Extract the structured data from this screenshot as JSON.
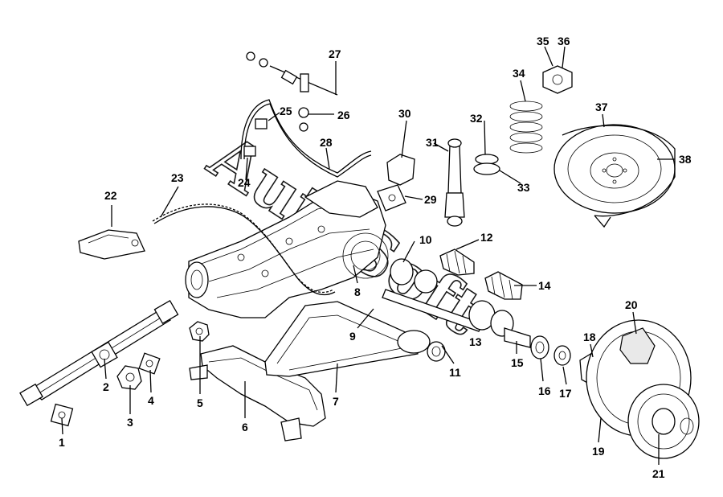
{
  "diagram": {
    "watermark": "AutoSoft",
    "callouts": [
      "1",
      "2",
      "3",
      "4",
      "5",
      "6",
      "7",
      "8",
      "9",
      "10",
      "11",
      "12",
      "13",
      "14",
      "15",
      "16",
      "17",
      "18",
      "19",
      "20",
      "21",
      "22",
      "23",
      "24",
      "25",
      "26",
      "27",
      "28",
      "29",
      "30",
      "31",
      "32",
      "33",
      "34",
      "35",
      "36",
      "37",
      "38"
    ]
  }
}
